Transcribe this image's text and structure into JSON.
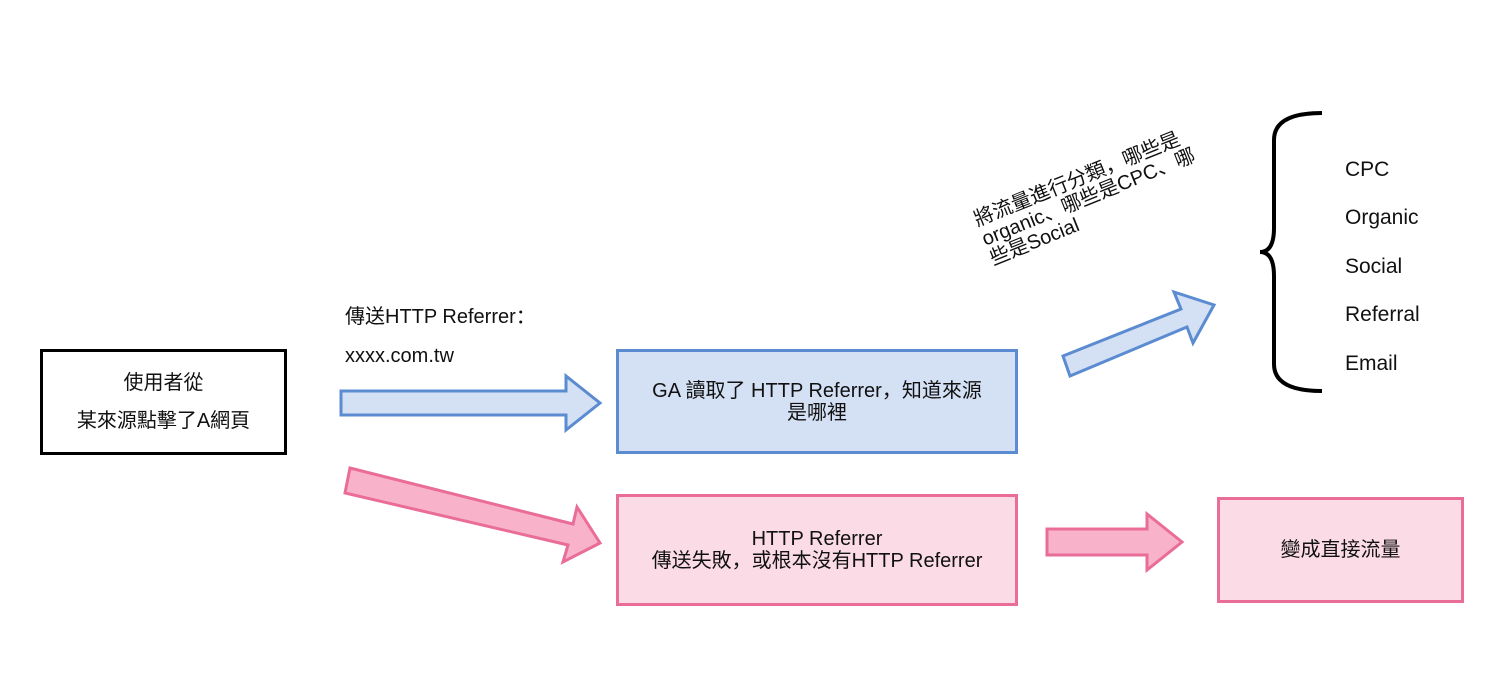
{
  "user_box": {
    "line1": "使用者從",
    "line2": "某來源點擊了A網頁"
  },
  "send_label": {
    "title": "傳送HTTP Referrer：",
    "url": "xxxx.com.tw"
  },
  "ga_box": {
    "line1": "GA 讀取了 HTTP Referrer，知道來源",
    "line2": "是哪裡"
  },
  "classify_note": {
    "line1": "將流量進行分類，哪些是",
    "line2": "organic、哪些是CPC、哪",
    "line3": "些是Social"
  },
  "categories": [
    "CPC",
    "Organic",
    "Social",
    "Referral",
    "Email"
  ],
  "fail_box": {
    "line1": "HTTP Referrer",
    "line2": "傳送失敗，或根本沒有HTTP Referrer"
  },
  "direct_box": {
    "label": "變成直接流量"
  },
  "colors": {
    "blue_border": "#5b8bd0",
    "blue_fill": "#d4e0f4",
    "pink_border": "#ea6c98",
    "pink_fill": "#fbdbe6",
    "pink_arrow_fill": "#f8b3cb"
  }
}
